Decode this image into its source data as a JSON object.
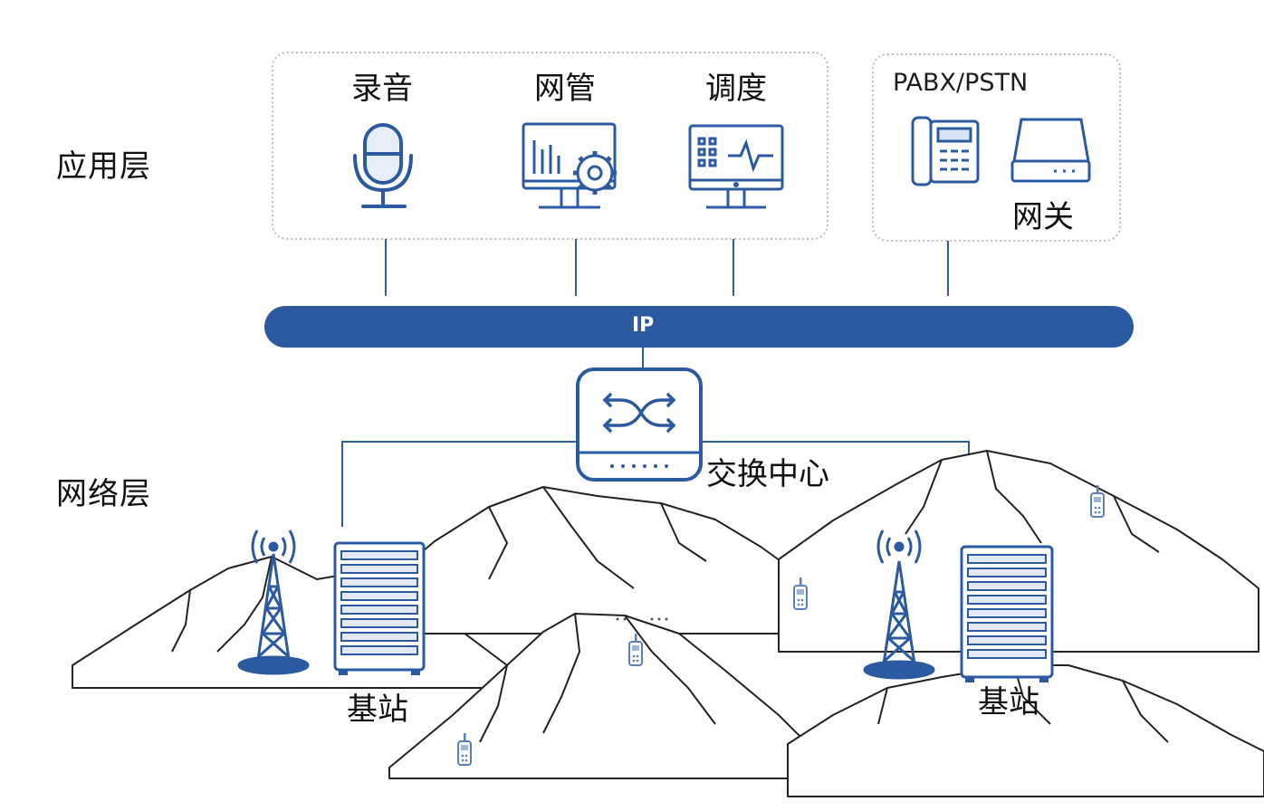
{
  "layers": {
    "application": "应用层",
    "network": "网络层"
  },
  "apps": {
    "recording": "录音",
    "management": "网管",
    "dispatch": "调度"
  },
  "pstn": {
    "title": "PABX/PSTN",
    "gateway": "网关"
  },
  "bus": {
    "label": "IP"
  },
  "switch": {
    "label": "交换中心"
  },
  "base_station_left": "基站",
  "base_station_right": "基站",
  "colors": {
    "primary": "#2c5aa0",
    "line": "#2f5d9e",
    "box_border": "#b9bcc2",
    "mountain": "#222222"
  }
}
